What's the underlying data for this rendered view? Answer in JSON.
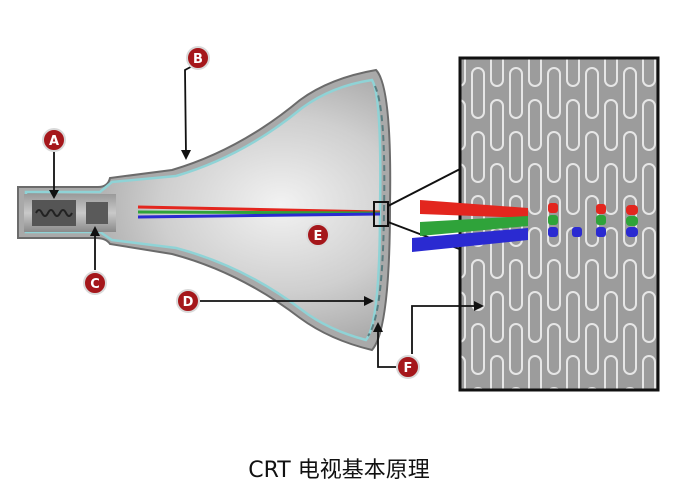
{
  "caption": "CRT 电视基本原理",
  "labels": {
    "a": "A",
    "b": "B",
    "c": "C",
    "d": "D",
    "e": "E",
    "f": "F"
  },
  "colors": {
    "label_fill": "#a5171b",
    "tube_body": "#b9b9b9",
    "tube_inner": "#9a9a9a",
    "phosphor_edge": "#8fd3d6",
    "mask_background": "#9a9a9a",
    "beam_red": "#e3261e",
    "beam_green": "#2fa33a",
    "beam_blue": "#2a2ad1"
  }
}
